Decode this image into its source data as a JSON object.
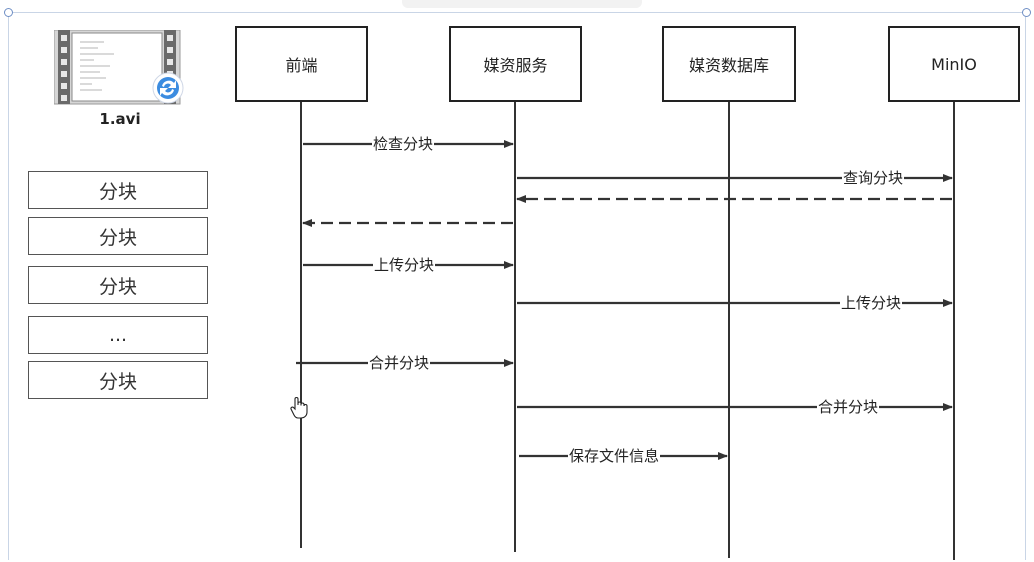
{
  "file": {
    "name": "1.avi",
    "icon": "video-file-icon"
  },
  "chunks": [
    "分块",
    "分块",
    "分块",
    "...",
    "分块"
  ],
  "participants": {
    "frontend": "前端",
    "media_service": "媒资服务",
    "media_db": "媒资数据库",
    "minio": "MinIO"
  },
  "messages": [
    {
      "label": "检查分块",
      "from": "frontend",
      "to": "media_service",
      "style": "solid"
    },
    {
      "label": "查询分块",
      "from": "media_service",
      "to": "minio",
      "style": "solid"
    },
    {
      "label": "",
      "from": "minio",
      "to": "media_service",
      "style": "dashed"
    },
    {
      "label": "",
      "from": "media_service",
      "to": "frontend",
      "style": "dashed"
    },
    {
      "label": "上传分块",
      "from": "frontend",
      "to": "media_service",
      "style": "solid"
    },
    {
      "label": "上传分块",
      "from": "media_service",
      "to": "minio",
      "style": "solid"
    },
    {
      "label": "合并分块",
      "from": "frontend",
      "to": "media_service",
      "style": "solid"
    },
    {
      "label": "合并分块",
      "from": "media_service",
      "to": "minio",
      "style": "solid"
    },
    {
      "label": "保存文件信息",
      "from": "media_service",
      "to": "media_db",
      "style": "solid"
    }
  ]
}
